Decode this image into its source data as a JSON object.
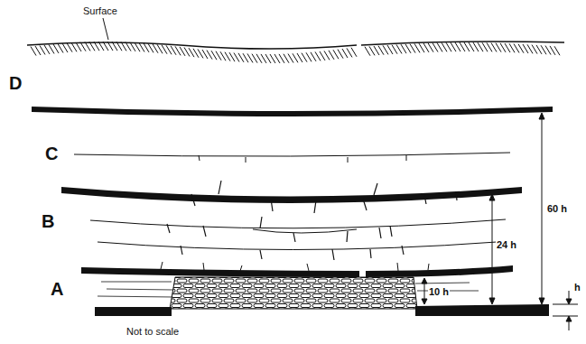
{
  "diagram": {
    "labels": [
      "Surface",
      "D",
      "C",
      "B",
      "A",
      "60 h",
      "24 h",
      "10 h",
      "h",
      "Not to scale"
    ]
  }
}
